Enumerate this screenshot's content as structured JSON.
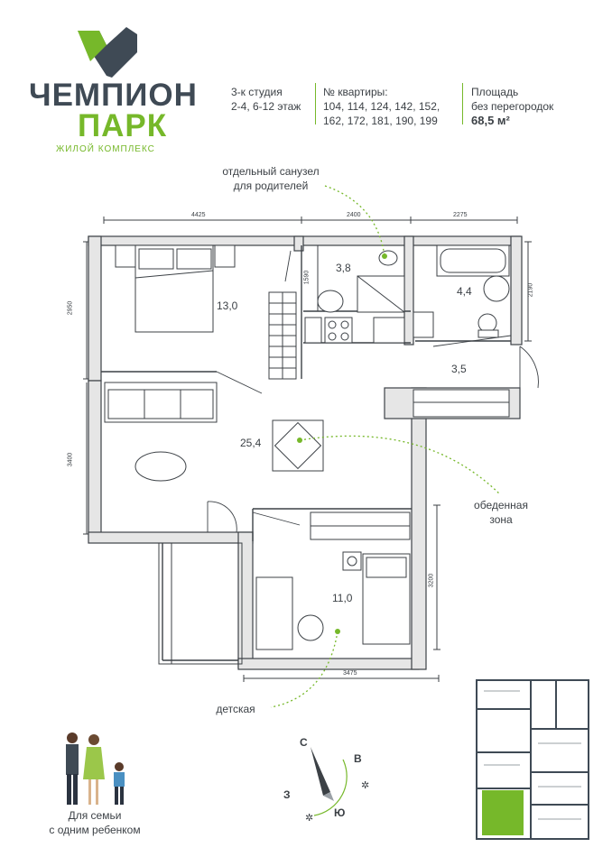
{
  "brand": {
    "name_line1": "ЧЕМПИОН",
    "name_line2": "ПАРК",
    "subtitle": "ЖИЛОЙ КОМПЛЕКС",
    "logo_colors": {
      "green": "#76b82a",
      "dark": "#3f4a55"
    }
  },
  "header": {
    "type_line1": "3-к студия",
    "type_line2": "2-4, 6-12 этаж",
    "apartments_label": "№ квартиры:",
    "apartments_line1": "104, 114, 124, 142, 152,",
    "apartments_line2": "162, 172, 181, 190, 199",
    "area_label_line1": "Площадь",
    "area_label_line2": "без перегородок",
    "area_value": "68,5 м²"
  },
  "plan": {
    "dimensions": [
      "4425",
      "2400",
      "2275",
      "2950",
      "3400",
      "1590",
      "2190",
      "3200",
      "3475"
    ],
    "room_areas": [
      "13,0",
      "3,8",
      "4,4",
      "3,5",
      "25,4",
      "11,0"
    ]
  },
  "notes": {
    "bathroom_line1": "отдельный санузел",
    "bathroom_line2": "для родителей",
    "dining_line1": "обеденная",
    "dining_line2": "зона",
    "kids": "детская"
  },
  "family": {
    "line1": "Для семьи",
    "line2": "с одним ребенком"
  },
  "compass": {
    "north": "С",
    "east": "В",
    "south": "Ю",
    "west": "З"
  },
  "colors": {
    "accent": "#76b82a",
    "walls": "#3c4146"
  }
}
